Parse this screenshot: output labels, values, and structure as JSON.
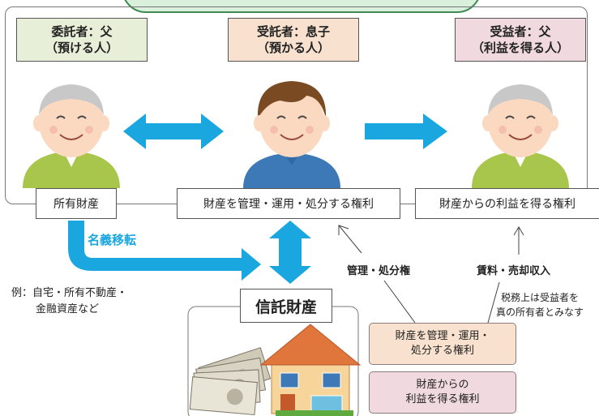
{
  "roles": {
    "settlor": {
      "line1": "委託者：父",
      "line2": "（預ける人）",
      "color": "#e8efd9"
    },
    "trustee": {
      "line1": "受託者：息子",
      "line2": "（預かる人）",
      "color": "#f8e2cf"
    },
    "beneficiary": {
      "line1": "受益者：父",
      "line2": "（利益を得る人）",
      "color": "#f0d9df"
    }
  },
  "rights": {
    "ownership": "所有財産",
    "manage": "財産を管理・運用・処分する権利",
    "benefit": "財産からの利益を得る権利"
  },
  "labels": {
    "transfer": "名義移転",
    "management_right": "管理・処分権",
    "income": "賃料・売却収入",
    "tax_note_line1": "税務上は受益者を",
    "tax_note_line2": "真の所有者とみなす",
    "example_line1": "例：自宅・所有不動産・",
    "example_line2": "金融資産など"
  },
  "trust_property": {
    "title": "信託財産",
    "manage_line1": "財産を管理・運用・",
    "manage_line2": "処分する権利",
    "benefit_line1": "財産からの",
    "benefit_line2": "利益を得る権利"
  },
  "colors": {
    "arrow": "#1aa6df",
    "banner": "#d9f0dd",
    "banner_border": "#3f8a52",
    "peach_box": "#f8e2cf",
    "pink_box": "#f0d9df",
    "shirt_green": "#a7c64b",
    "shirt_blue": "#3d79b7"
  }
}
